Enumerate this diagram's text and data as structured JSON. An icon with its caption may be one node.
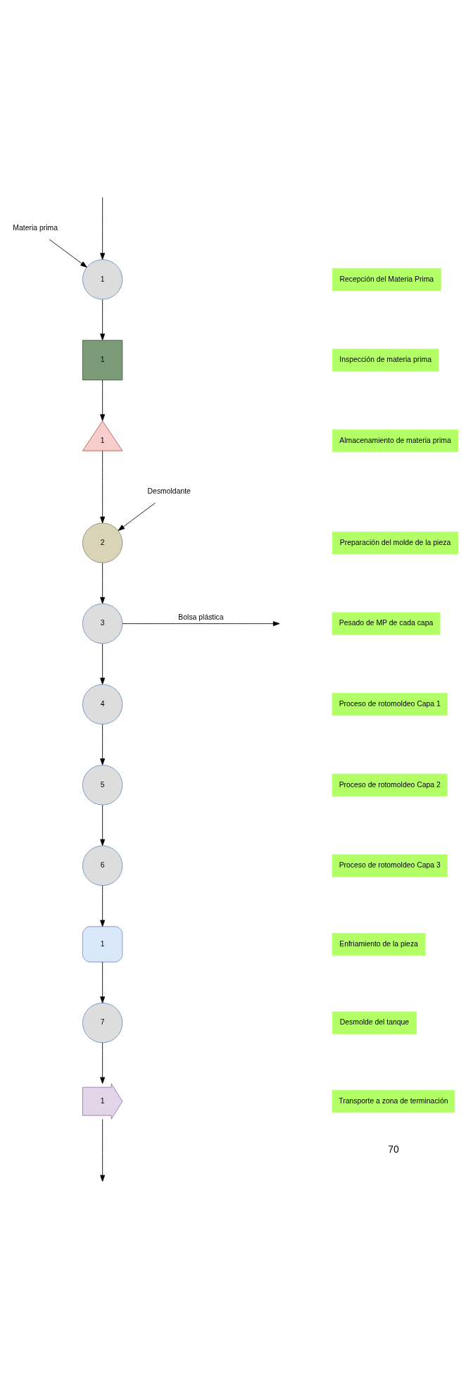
{
  "diagram": {
    "nodes": [
      {
        "text": [
          "Materia prima"
        ]
      },
      {
        "text": [
          "1"
        ]
      },
      {
        "text": [
          "Recepción del Materia Prima"
        ]
      },
      {
        "text": [
          "1"
        ]
      },
      {
        "text": [
          "Inspección de materia prima"
        ]
      },
      {
        "text": [
          "1"
        ]
      },
      {
        "text": [
          "Almacenamiento de materia prima"
        ]
      },
      {
        "text": [
          "Desmoldante"
        ]
      },
      {
        "text": [
          "2"
        ]
      },
      {
        "text": [
          "Preparación del molde de la pieza"
        ]
      },
      {
        "text": [
          "3"
        ]
      },
      {
        "text": [
          "Pesado de MP de cada capa"
        ]
      },
      {
        "text": [
          "4"
        ]
      },
      {
        "text": [
          "Proceso de rotomoldeo Capa 1"
        ]
      },
      {
        "text": [
          "5"
        ]
      },
      {
        "text": [
          "Proceso de rotomoldeo Capa 2"
        ]
      },
      {
        "text": [
          "6"
        ]
      },
      {
        "text": [
          "Proceso de rotomoldeo Capa 3"
        ]
      },
      {
        "text": [
          "1"
        ]
      },
      {
        "text": [
          "Enfriamiento de la pieza"
        ]
      },
      {
        "text": [
          "7"
        ]
      },
      {
        "text": [
          "Desmolde del tanque"
        ]
      },
      {
        "text": [
          "1"
        ]
      },
      {
        "text": [
          "Transporte a zona de terminación"
        ]
      }
    ],
    "edges": [
      {
        "from": null,
        "to": 1,
        "arrow": "to"
      },
      {
        "from": 0,
        "to": 1,
        "arrow": "to"
      },
      {
        "from": 1,
        "to": 3,
        "arrow": "to"
      },
      {
        "from": 3,
        "to": 5,
        "arrow": "to"
      },
      {
        "from": 5,
        "to": 8,
        "arrow": "to"
      },
      {
        "from": 7,
        "to": 8,
        "arrow": "to"
      },
      {
        "from": 8,
        "to": 10,
        "arrow": "to"
      },
      {
        "from": 10,
        "to": null,
        "arrow": "to",
        "label": "Bolsa plástica"
      },
      {
        "from": 10,
        "to": 12,
        "arrow": "to"
      },
      {
        "from": 12,
        "to": 14,
        "arrow": "to"
      },
      {
        "from": 14,
        "to": 16,
        "arrow": "to"
      },
      {
        "from": 16,
        "to": 18,
        "arrow": "to"
      },
      {
        "from": 18,
        "to": 20,
        "arrow": "to"
      },
      {
        "from": 20,
        "to": 22,
        "arrow": "to"
      },
      {
        "from": 22,
        "to": null,
        "arrow": "to"
      }
    ],
    "labels": [
      "70"
    ]
  }
}
